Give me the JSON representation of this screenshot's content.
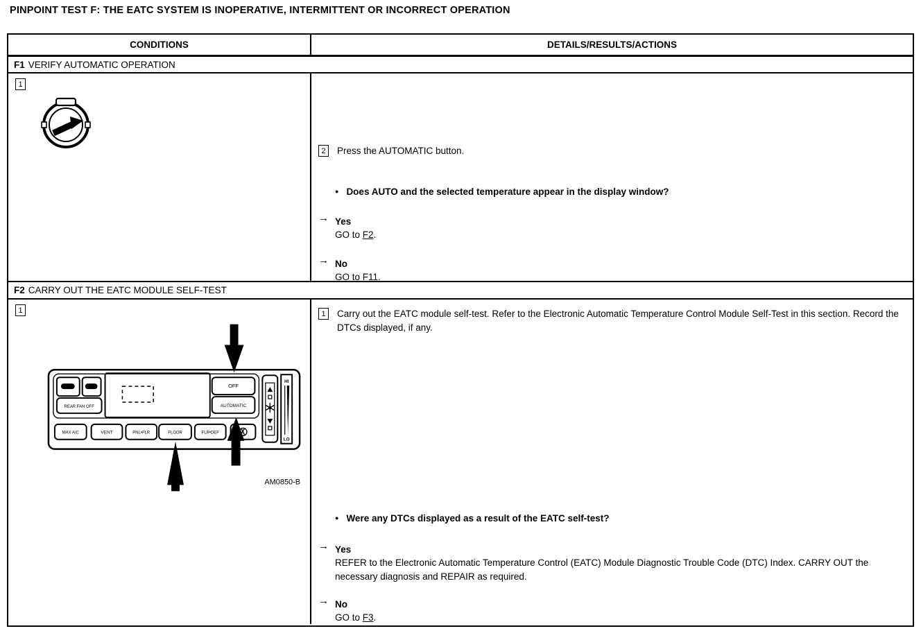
{
  "page_title": "PINPOINT TEST F: THE EATC SYSTEM IS INOPERATIVE, INTERMITTENT OR INCORRECT OPERATION",
  "table": {
    "headers": {
      "conditions": "CONDITIONS",
      "details": "DETAILS/RESULTS/ACTIONS"
    },
    "f1": {
      "id": "F1",
      "title": "VERIFY AUTOMATIC OPERATION",
      "conditions": {
        "step_number": "1",
        "icon": "ignition-key-run-icon"
      },
      "details": {
        "step_number": "2",
        "instruction": "Press the AUTOMATIC button.",
        "question": "Does AUTO and the selected temperature appear in the display window?",
        "yes": {
          "label": "Yes",
          "go_prefix": "GO to ",
          "link": "F2",
          "suffix": "."
        },
        "no": {
          "label": "No",
          "go_prefix": "GO to ",
          "link": "F11",
          "suffix": "."
        }
      }
    },
    "f2": {
      "id": "F2",
      "title": "CARRY OUT THE EATC MODULE SELF-TEST",
      "conditions": {
        "step_number": "1",
        "figure_caption": "AM0850-B"
      },
      "details": {
        "step_number": "1",
        "instruction": "Carry out the EATC module self-test. Refer to the Electronic Automatic Temperature Control Module Self-Test in this section. Record the DTCs displayed, if any.",
        "question": "Were any DTCs displayed as a result of the EATC self-test?",
        "yes": {
          "label": "Yes",
          "action": "REFER to the Electronic Automatic Temperature Control (EATC) Module Diagnostic Trouble Code (DTC) Index. CARRY OUT the necessary diagnosis and REPAIR as required."
        },
        "no": {
          "label": "No",
          "go_prefix": "GO to ",
          "link": "F3",
          "suffix": "."
        }
      }
    }
  },
  "figure": {
    "caption": "AM0850-B",
    "panel_buttons": {
      "rear": "REAR FAN OFF",
      "off": "OFF",
      "automatic": "AUTOMATIC",
      "max_ac": "MAX A/C",
      "vent": "VENT",
      "pnl_flr": "PNL•FLR",
      "floor": "FLOOR",
      "flr_def": "FLR•DEF"
    },
    "fan_slider": {
      "hi": "HI",
      "lo": "LO"
    }
  },
  "icons": {
    "result_arrow": "→",
    "bullet": "●"
  }
}
